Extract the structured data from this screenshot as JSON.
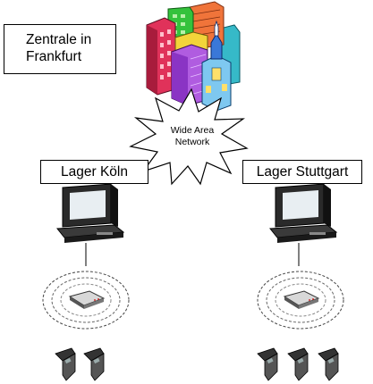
{
  "headquarters": {
    "line1": "Zentrale in",
    "line2": "Frankfurt"
  },
  "network": {
    "line1": "Wide Area",
    "line2": "Network"
  },
  "sites": [
    {
      "name": "Lager Köln"
    },
    {
      "name": "Lager Stuttgart"
    }
  ]
}
